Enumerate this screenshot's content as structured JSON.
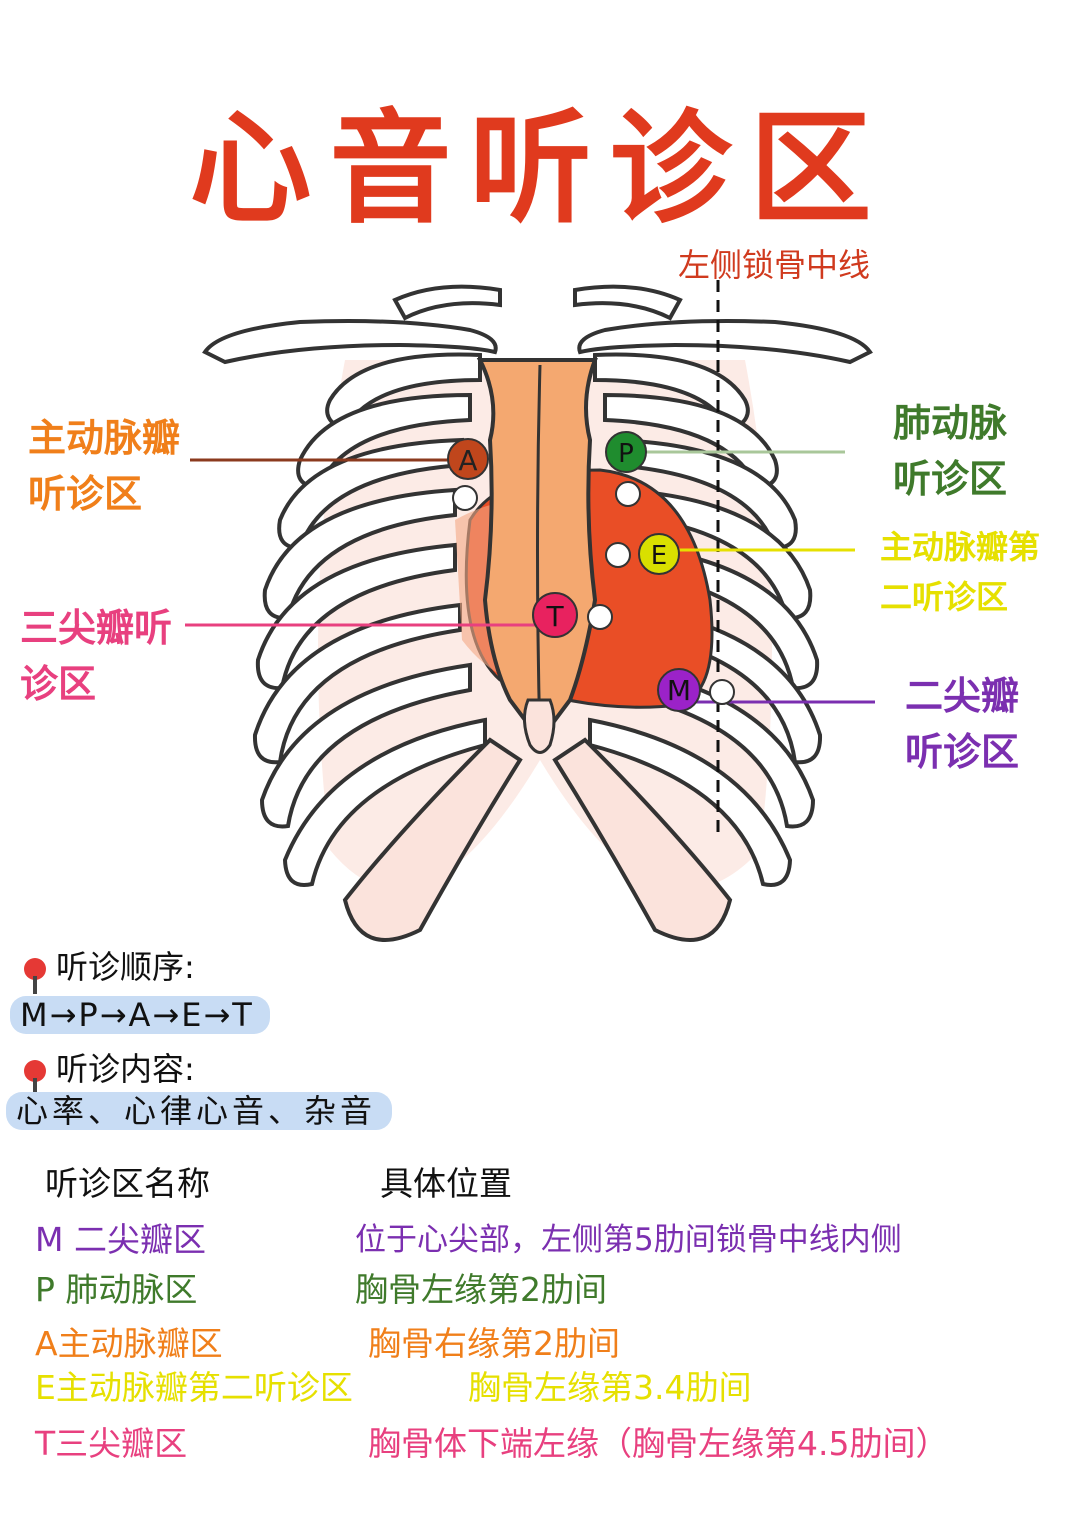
{
  "title": "心音听诊区",
  "colors": {
    "title": "#e03a1e",
    "orange": "#f07f1a",
    "green": "#3f7a2b",
    "yellow": "#e6e000",
    "pink": "#e8407f",
    "purple": "#7b2fb0",
    "highlight": "#c8dcf4",
    "pin": "#e53935"
  },
  "midclavicular_line": "左侧锁骨中线",
  "labels": {
    "aortic": [
      "主动脉瓣",
      "听诊区"
    ],
    "pulmonary": [
      "肺动脉",
      "听诊区"
    ],
    "erb": [
      "主动脉瓣第",
      "二听诊区"
    ],
    "tricuspid": [
      "三尖瓣听",
      "诊区"
    ],
    "mitral": [
      "二尖瓣",
      "听诊区"
    ]
  },
  "markers": {
    "aortic": "A",
    "pulmonary": "P",
    "erb": "E",
    "tricuspid": "T",
    "mitral": "M"
  },
  "order": {
    "heading": "听诊顺序:",
    "value": "M→P→A→E→T"
  },
  "content": {
    "heading": "听诊内容:",
    "value": "心率、心律心音、杂音"
  },
  "table": {
    "headers": [
      "听诊区名称",
      "具体位置"
    ],
    "rows": [
      {
        "name": "M 二尖瓣区",
        "position": "位于心尖部，左侧第5肋间锁骨中线内侧"
      },
      {
        "name": "P  肺动脉区",
        "position": "胸骨左缘第2肋间"
      },
      {
        "name": "A主动脉瓣区",
        "position": "胸骨右缘第2肋间"
      },
      {
        "name": "E主动脉瓣第二听诊区",
        "position": "胸骨左缘第3.4肋间"
      },
      {
        "name": "T三尖瓣区",
        "position": "胸骨体下端左缘（胸骨左缘第4.5肋间）"
      }
    ]
  }
}
